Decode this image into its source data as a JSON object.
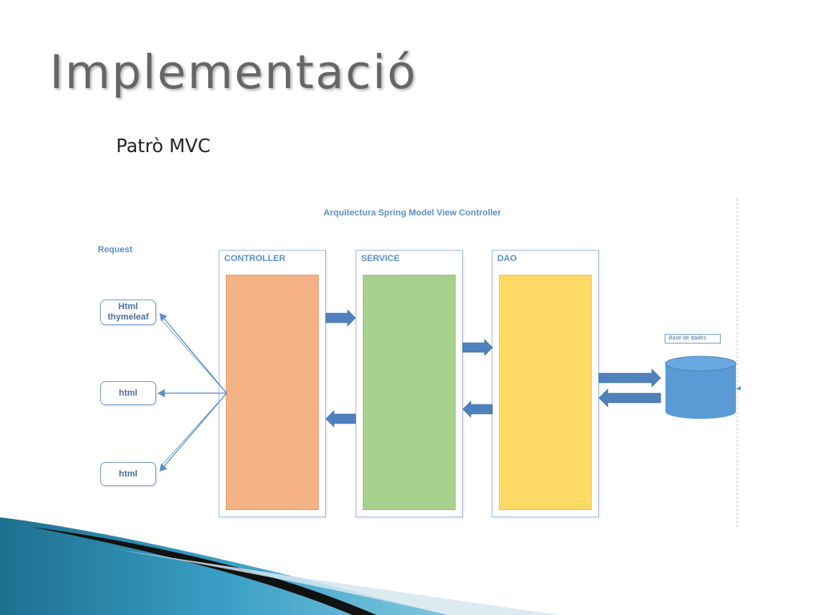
{
  "slide": {
    "title": "Implementació",
    "subtitle": "Patrò MVC"
  },
  "diagram": {
    "title": "Arquitectura Spring Model View Controller",
    "request_label": "Request",
    "views": [
      {
        "label": "Html\nthymeleaf"
      },
      {
        "label": "html"
      },
      {
        "label": "html"
      }
    ],
    "layers": [
      {
        "label": "CONTROLLER",
        "color": "#f4b183"
      },
      {
        "label": "SERVICE",
        "color": "#a9d18e"
      },
      {
        "label": "DAO",
        "color": "#ffd966"
      }
    ],
    "database_label": "Base de dades",
    "colors": {
      "arrow": "#4f81bd",
      "database": "#5b9bd5",
      "accent_text": "#5b8fc9"
    }
  }
}
